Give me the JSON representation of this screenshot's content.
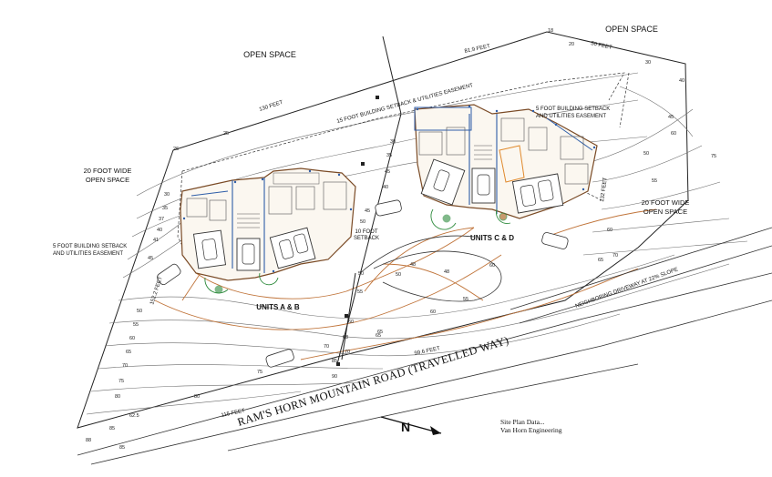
{
  "labels": {
    "open_space_left": "OPEN SPACE",
    "open_space_right": "OPEN SPACE",
    "open_space_20_left_l1": "20 FOOT WIDE",
    "open_space_20_left_l2": "OPEN SPACE",
    "open_space_20_right_l1": "20 FOOT WIDE",
    "open_space_20_right_l2": "OPEN SPACE",
    "setback_top": "15 FOOT BUILDING SETBACK & UTILITIES EASEMENT",
    "setback_left_l1": "5 FOOT BUILDING SETBACK",
    "setback_left_l2": "AND UTILITIES EASEMENT",
    "setback_right_l1": "5 FOOT BUILDING SETBACK",
    "setback_right_l2": "AND UTILITIES EASEMENT",
    "setback_10_l1": "10 FOOT",
    "setback_10_l2": "SETBACK",
    "units_ab": "UNITS A & B",
    "units_cd": "UNITS C & D",
    "neighbor_driveway": "NEIGHBORING DRIVEWAY AT 22% SLOPE",
    "road": "RAM'S HORN MOUNTAIN ROAD (TRAVELLED WAY)",
    "north": "N",
    "credit_l1": "Site Plan Data...",
    "credit_l2": "Van Horn Engineering"
  },
  "dimensions": {
    "d130": "130 FEET",
    "d81_9": "81.9 FEET",
    "d50": "50 FEET",
    "d152_2": "152.2 FEET",
    "d132": "132 FEET",
    "d99_6": "99.6 FEET",
    "d115": "115 FEET"
  },
  "contours": {
    "left_column": [
      "30",
      "35",
      "37",
      "40",
      "41",
      "45",
      "50",
      "55",
      "60",
      "65",
      "70",
      "75",
      "80",
      "85",
      "88"
    ],
    "road_row": [
      "62.5",
      "70",
      "75",
      "80",
      "85",
      "85",
      "90"
    ],
    "center": [
      "60",
      "65",
      "68",
      "70",
      "55",
      "50",
      "48",
      "48",
      "50",
      "55",
      "60",
      "65",
      "60",
      "50",
      "45",
      "45",
      "40",
      "35",
      "30",
      "26",
      "25"
    ],
    "right": [
      "18",
      "20",
      "30",
      "40",
      "45",
      "50",
      "55",
      "60",
      "65",
      "70",
      "75",
      "60"
    ]
  },
  "colors": {
    "linework": "#3a3a3a",
    "property_line": "#222222",
    "building_outline": "#7a4a25",
    "contour_orange": "#c0743a",
    "blue_outline": "#2f5ea8",
    "landscape_green": "#2e8b3d",
    "road_fill": "#ffffff"
  }
}
